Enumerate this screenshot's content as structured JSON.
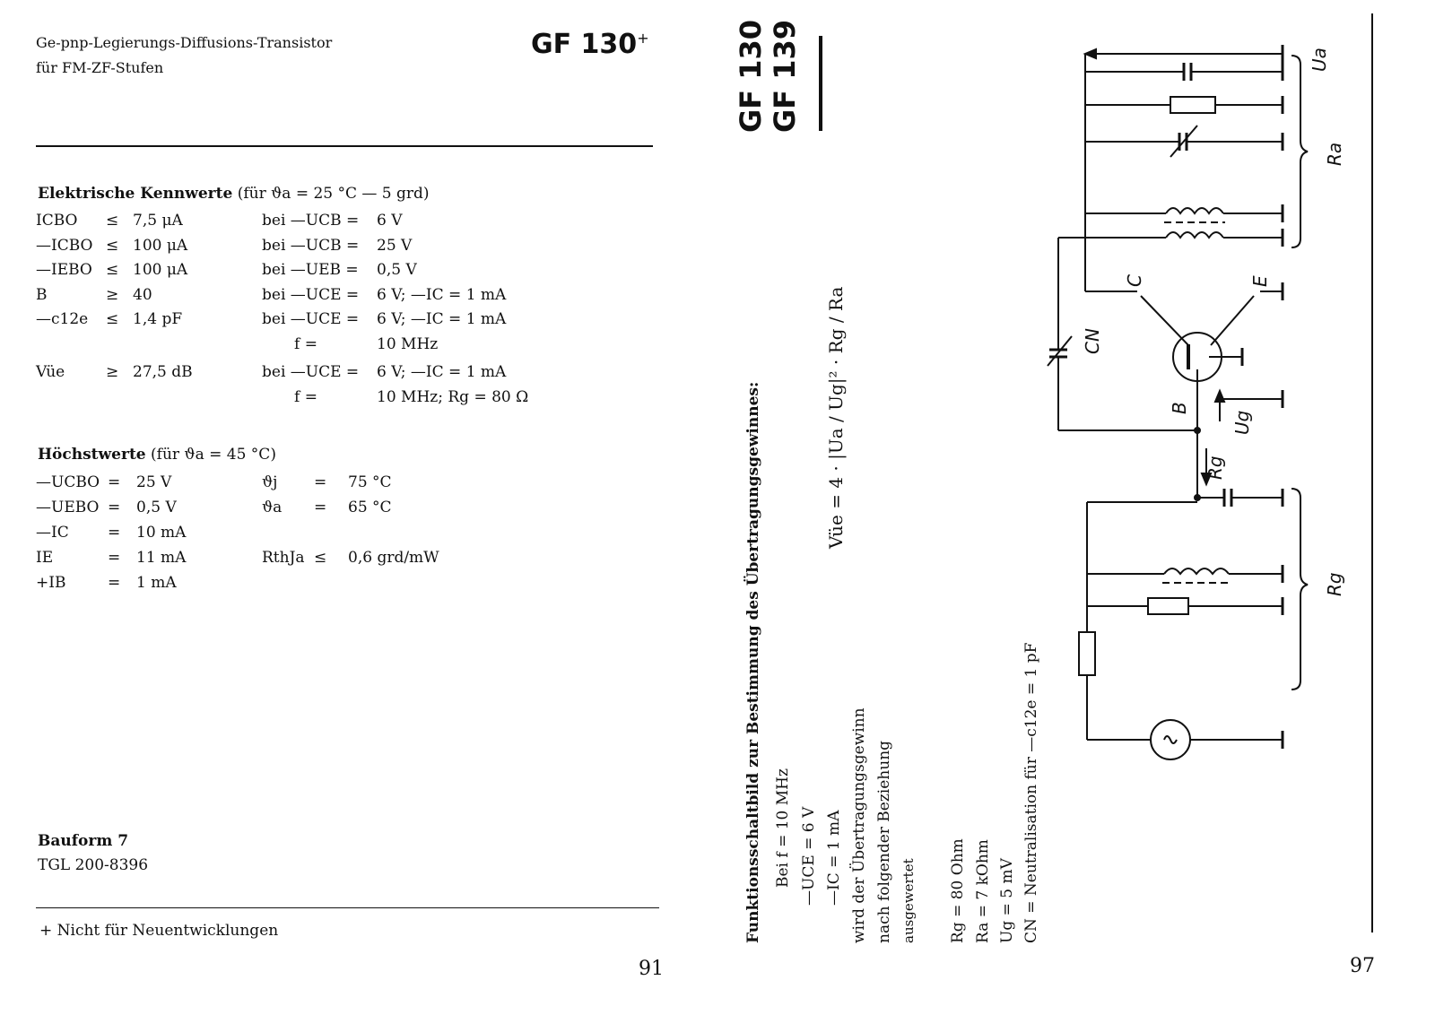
{
  "left_page": {
    "subtitle_line1": "Ge-pnp-Legierungs-Diffusions-Transistor",
    "subtitle_line2": "für FM-ZF-Stufen",
    "type_title": "GF 130",
    "type_mark": "+",
    "electrical": {
      "heading": "Elektrische Kennwerte",
      "heading_cond": "(für ϑa = 25 °C — 5 grd)",
      "rows": [
        {
          "name": "ICBO",
          "op": "≤",
          "value": "7,5 μA",
          "cond": "bei —UCB =",
          "cond_val": "6 V"
        },
        {
          "name": "—ICBO",
          "op": "≤",
          "value": "100 μA",
          "cond": "bei —UCB =",
          "cond_val": "25 V"
        },
        {
          "name": "—IEBO",
          "op": "≤",
          "value": "100 μA",
          "cond": "bei —UEB =",
          "cond_val": "0,5 V"
        },
        {
          "name": "B",
          "op": "≥",
          "value": "40",
          "cond": "bei —UCE =",
          "cond_val": "6 V; —IC = 1 mA"
        },
        {
          "name": "—c12e",
          "op": "≤",
          "value": "1,4 pF",
          "cond": "bei —UCE =",
          "cond_val": "6 V; —IC = 1 mA"
        },
        {
          "name": "",
          "op": "",
          "value": "",
          "cond": "f =",
          "cond_val": "10 MHz"
        },
        {
          "name": "Vüe",
          "op": "≥",
          "value": "27,5 dB",
          "cond": "bei —UCE =",
          "cond_val": "6 V; —IC = 1 mA"
        },
        {
          "name": "",
          "op": "",
          "value": "",
          "cond": "f =",
          "cond_val": "10 MHz; Rg = 80 Ω"
        }
      ]
    },
    "maximum": {
      "heading": "Höchstwerte",
      "heading_cond": "(für ϑa = 45 °C)",
      "rows": [
        {
          "name": "—UCBO",
          "op": "=",
          "value": "25 V",
          "name2": "ϑj",
          "op2": "=",
          "value2": "75 °C"
        },
        {
          "name": "—UEBO",
          "op": "=",
          "value": "0,5 V",
          "name2": "ϑa",
          "op2": "=",
          "value2": "65 °C"
        },
        {
          "name": "—IC",
          "op": "=",
          "value": "10 mA",
          "name2": "",
          "op2": "",
          "value2": ""
        },
        {
          "name": "IE",
          "op": "=",
          "value": "11 mA",
          "name2": "RthJa",
          "op2": "≤",
          "value2": "0,6 grd/mW"
        },
        {
          "name": "+IB",
          "op": "=",
          "value": "1 mA",
          "name2": "",
          "op2": "",
          "value2": ""
        }
      ]
    },
    "bauform": "Bauform 7",
    "tgl": "TGL 200-8396",
    "footnote": "+ Nicht für Neuentwicklungen",
    "page_number": "91"
  },
  "right_page": {
    "title1": "GF 130",
    "title2": "GF 139",
    "heading": "Funktionsschaltbild zur Bestimmung des Übertragungsgewinnes:",
    "conditions": [
      "Bei f = 10 MHz",
      "—UCE = 6 V",
      "—IC = 1 mA"
    ],
    "text_lines": [
      "wird der Übertragungsgewinn",
      "nach folgender Beziehung",
      "ausgewertet"
    ],
    "formula": "Vüe = 4 · |Ua / Ug|² · Rg / Ra",
    "values": [
      "Rg = 80 Ohm",
      "Ra = 7 kOhm",
      "Ug = 5 mV",
      "CN = Neutralisation für —c12e = 1 pF"
    ],
    "circuit_labels": {
      "ua": "Ua",
      "ra": "Ra",
      "c": "C",
      "e": "E",
      "b": "B",
      "cn": "CN",
      "ug": "Ug",
      "rg_arrow": "Rg",
      "rg": "Rg"
    },
    "page_number": "97"
  }
}
